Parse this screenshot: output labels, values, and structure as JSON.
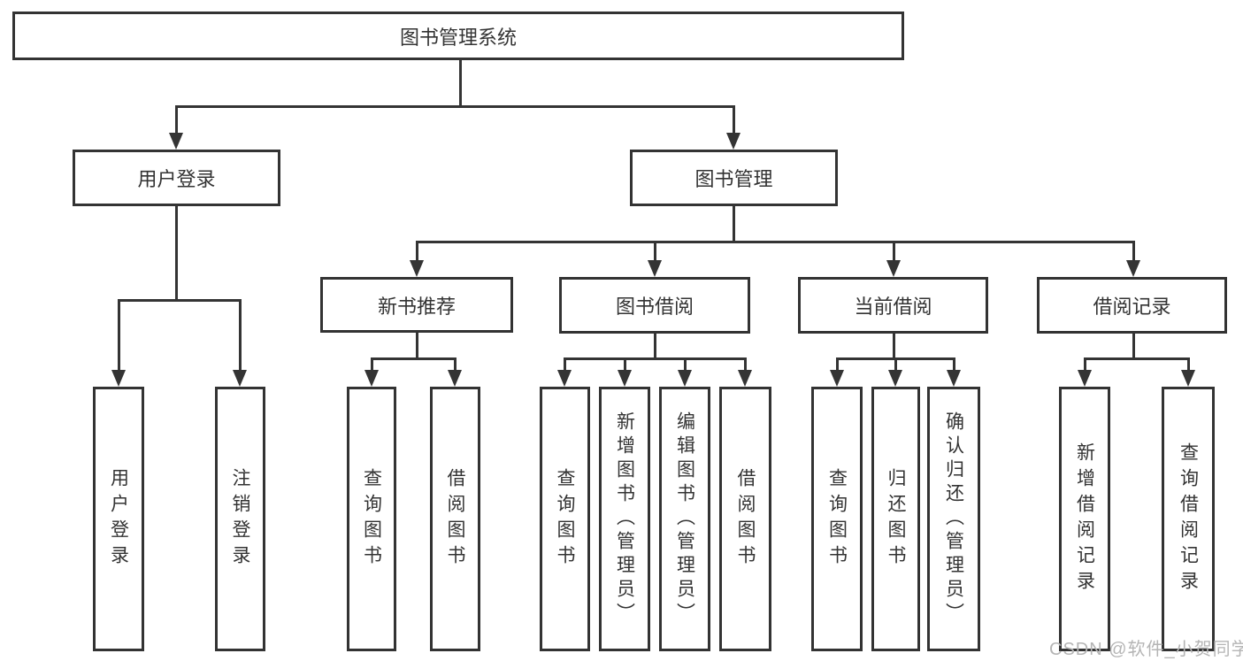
{
  "diagram_title": "图书管理系统",
  "tree": {
    "root": "图书管理系统",
    "branches": [
      {
        "label": "用户登录",
        "children": [
          "用户登录",
          "注销登录"
        ]
      },
      {
        "label": "图书管理",
        "sections": [
          {
            "label": "新书推荐",
            "children": [
              "查询图书",
              "借阅图书"
            ]
          },
          {
            "label": "图书借阅",
            "children": [
              "查询图书",
              "新增图书（管理员）",
              "编辑图书（管理员）",
              "借阅图书"
            ]
          },
          {
            "label": "当前借阅",
            "children": [
              "查询图书",
              "归还图书",
              "确认归还（管理员）"
            ]
          },
          {
            "label": "借阅记录",
            "children": [
              "新增借阅记录",
              "查询借阅记录"
            ]
          }
        ]
      }
    ]
  },
  "watermark": {
    "text": "CSDN @软件_小贺同学",
    "color": "#b5b5b5"
  },
  "colors": {
    "line": "#343434",
    "node_border": "#333333",
    "node_text": "#333333",
    "background": "#ffffff",
    "watermark": "#b5b5b5"
  }
}
